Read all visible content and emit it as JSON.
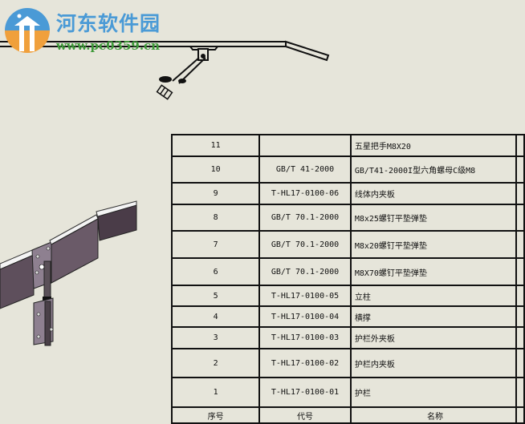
{
  "watermark": {
    "title": "河东软件园",
    "url": "www.pc0359.cn"
  },
  "bom_table": {
    "headers": {
      "index": "序号",
      "code": "代号",
      "name": "名称"
    },
    "rows": [
      {
        "index": "11",
        "code": "",
        "name": "五星把手M8X20",
        "h": 27
      },
      {
        "index": "10",
        "code": "GB/T 41-2000",
        "name": "GB/T41-2000I型六角螺母C级M8",
        "h": 33
      },
      {
        "index": "9",
        "code": "T-HL17-0100-06",
        "name": "线体内夹板",
        "h": 27
      },
      {
        "index": "8",
        "code": "GB/T 70.1-2000",
        "name": "M8x25螺钉平垫弹垫",
        "h": 33
      },
      {
        "index": "7",
        "code": "GB/T 70.1-2000",
        "name": "M8x20螺钉平垫弹垫",
        "h": 34
      },
      {
        "index": "6",
        "code": "GB/T 70.1-2000",
        "name": "M8X70螺钉平垫弹垫",
        "h": 34
      },
      {
        "index": "5",
        "code": "T-HL17-0100-05",
        "name": "立柱",
        "h": 26
      },
      {
        "index": "4",
        "code": "T-HL17-0100-04",
        "name": "横撑",
        "h": 26
      },
      {
        "index": "3",
        "code": "T-HL17-0100-03",
        "name": "护栏外夹板",
        "h": 27
      },
      {
        "index": "2",
        "code": "T-HL17-0100-02",
        "name": "护栏内夹板",
        "h": 36
      },
      {
        "index": "1",
        "code": "T-HL17-0100-01",
        "name": "护栏",
        "h": 37
      }
    ]
  },
  "colors": {
    "background": "#e6e5da",
    "line": "#111111",
    "model_fill": "#6a5a68"
  }
}
